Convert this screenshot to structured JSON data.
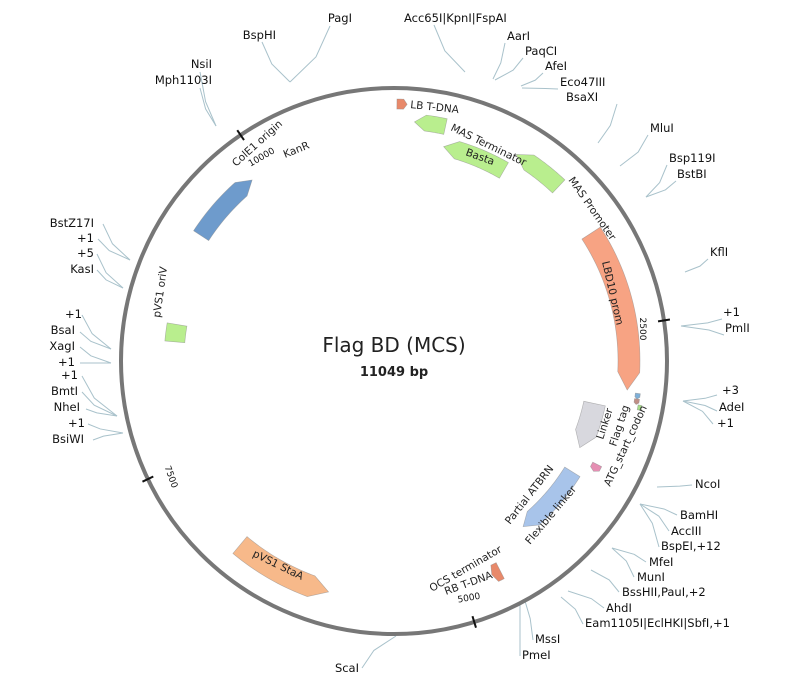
{
  "title": "Flag BD (MCS)",
  "length_label": "11049 bp",
  "total_bp": 11049,
  "ticks": [
    {
      "bp": 2500,
      "label": "2500"
    },
    {
      "bp": 5000,
      "label": "5000"
    },
    {
      "bp": 7500,
      "label": "7500"
    },
    {
      "bp": 10000,
      "label": "10000"
    }
  ],
  "features": [
    {
      "name": "LB T-DNA",
      "start": 20,
      "end": 90,
      "dir": 1,
      "color": "#e8896a"
    },
    {
      "name": "MAS Terminator",
      "start": 150,
      "end": 380,
      "dir": -1,
      "color": "#b9ee8e"
    },
    {
      "name": "Basta",
      "start": 400,
      "end": 920,
      "dir": -1,
      "color": "#b9ee8e"
    },
    {
      "name": "MAS Promoter",
      "start": 940,
      "end": 1330,
      "dir": -1,
      "color": "#b9ee8e"
    },
    {
      "name": "LBD10 prom",
      "start": 1750,
      "end": 2980,
      "dir": 1,
      "color": "#f7a383"
    },
    {
      "name": "Linker",
      "start": 2995,
      "end": 3035,
      "dir": 1,
      "color": "#7fb0d8"
    },
    {
      "name": "Flag tag",
      "start": 3035,
      "end": 3075,
      "dir": 1,
      "color": "#c08f86"
    },
    {
      "name": "ATG_start_codon",
      "start": 3075,
      "end": 3110,
      "dir": 0,
      "color": "#a6dd88"
    },
    {
      "name": "Linker",
      "start": 3130,
      "end": 3530,
      "dir": 1,
      "color": "#d8d8de"
    },
    {
      "name": "ATG_start_codon",
      "start": 3590,
      "end": 3650,
      "dir": 1,
      "color": "#e58fb3"
    },
    {
      "name": "Partial ATBRN",
      "start": 3740,
      "end": 4360,
      "dir": 1,
      "color": "#a8c4ea"
    },
    {
      "name": "Flexible linker",
      "start": 3740,
      "end": 4360,
      "dir": 1,
      "color": "#a8c4ea"
    },
    {
      "name": "OCS terminator",
      "start": 4400,
      "end": 4400,
      "dir": 0,
      "color": "#ffffff"
    },
    {
      "name": "RB T-DNA",
      "start": 4700,
      "end": 4770,
      "dir": 1,
      "color": "#e8896a"
    },
    {
      "name": "pVS1 StaA",
      "start": 6010,
      "end": 6750,
      "dir": -1,
      "color": "#f7b98a"
    },
    {
      "name": "pVS1 oriV",
      "start": 8440,
      "end": 8580,
      "dir": 0,
      "color": "#b9ee8e"
    },
    {
      "name": "ColE1 origin",
      "start": 9300,
      "end": 9880,
      "dir": 1,
      "color": "#6e9bcc"
    },
    {
      "name": "KanR",
      "start": 10120,
      "end": 10630,
      "dir": -1,
      "color": "#dcb8a2"
    }
  ],
  "sites": [
    {
      "name": "PagI",
      "color": "#111111"
    },
    {
      "name": "BspHI",
      "color": "#111111"
    },
    {
      "name": "NsiI",
      "color": "#111111"
    },
    {
      "name": "Mph1103I",
      "color": "#111111"
    },
    {
      "name": "Acc65I|KpnI|FspAI",
      "color": "#111111"
    },
    {
      "name": "AarI",
      "color": "#111111"
    },
    {
      "name": "PaqCI",
      "color": "#111111"
    },
    {
      "name": "AfeI",
      "color": "#111111"
    },
    {
      "name": "Eco47III",
      "color": "#111111"
    },
    {
      "name": "BsaXI",
      "color": "#111111"
    },
    {
      "name": "MluI",
      "color": "#111111"
    },
    {
      "name": "Bsp119I",
      "color": "#111111"
    },
    {
      "name": "BstBI",
      "color": "#111111"
    },
    {
      "name": "KflI",
      "color": "#111111"
    },
    {
      "name": "+1",
      "color": "#111111"
    },
    {
      "name": "PmlI",
      "color": "#111111"
    },
    {
      "name": "+3",
      "color": "#111111"
    },
    {
      "name": "AdeI",
      "color": "#111111"
    },
    {
      "name": "+1",
      "color": "#8b1a1a"
    },
    {
      "name": "NcoI",
      "color": "#111111"
    },
    {
      "name": "BamHI",
      "color": "#111111"
    },
    {
      "name": "AccIII",
      "color": "#111111"
    },
    {
      "name": "BspEI,+12",
      "color": "#111111"
    },
    {
      "name": "MfeI",
      "color": "#111111"
    },
    {
      "name": "MunI",
      "color": "#111111"
    },
    {
      "name": "BssHII,PauI,+2",
      "color": "#111111"
    },
    {
      "name": "AhdI",
      "color": "#111111"
    },
    {
      "name": "Eam1105I|EclHKI|SbfI,+1",
      "color": "#111111"
    },
    {
      "name": "MssI",
      "color": "#111111"
    },
    {
      "name": "PmeI",
      "color": "#111111"
    },
    {
      "name": "ScaI",
      "color": "#111111"
    },
    {
      "name": "BstZ17I",
      "color": "#111111"
    },
    {
      "name": "+1",
      "color": "#111111"
    },
    {
      "name": "+5",
      "color": "#1a3a8b"
    },
    {
      "name": "KasI",
      "color": "#111111"
    },
    {
      "name": "+1",
      "color": "#111111"
    },
    {
      "name": "BsaI",
      "color": "#111111"
    },
    {
      "name": "XagI",
      "color": "#111111"
    },
    {
      "name": "+1",
      "color": "#111111"
    },
    {
      "name": "+1",
      "color": "#111111"
    },
    {
      "name": "BmtI",
      "color": "#111111"
    },
    {
      "name": "NheI",
      "color": "#111111"
    },
    {
      "name": "+1",
      "color": "#1a3a8b"
    },
    {
      "name": "BsiWI",
      "color": "#111111"
    }
  ]
}
